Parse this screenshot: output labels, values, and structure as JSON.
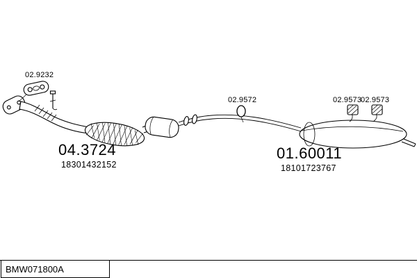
{
  "labels": {
    "gasket_code": "02.9232",
    "clamp_code": "02.9572",
    "mount_code_1": "02.9573",
    "mount_code_2": "02.9573"
  },
  "front_section": {
    "code": "04.3724",
    "part_number": "18301432152"
  },
  "rear_section": {
    "code": "01.60011",
    "part_number": "18101723767"
  },
  "footer": {
    "drawing_id": "BMW071800A"
  },
  "icons": {
    "gasket": "gasket-icon",
    "bolt": "bolt-icon",
    "clamp_ring": "clamp-ring-icon",
    "rubber_mounts": [
      "rubber-mount-icon",
      "rubber-mount-icon"
    ]
  },
  "colors": {
    "line": "#000000",
    "background": "#ffffff"
  }
}
